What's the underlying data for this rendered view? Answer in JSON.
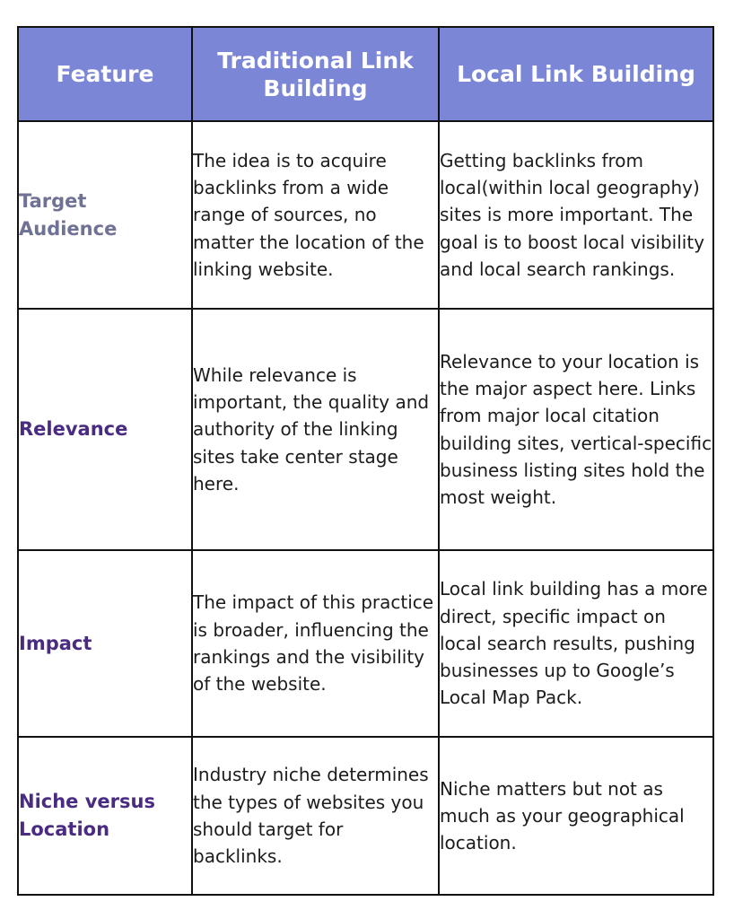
{
  "headers": {
    "feature": "Feature",
    "traditional": "Traditional Link Building",
    "local": "Local Link Building"
  },
  "rows": [
    {
      "feature": "Target Audience",
      "traditional": "The idea is to acquire backlinks from a wide range of sources, no matter the location of the linking website.",
      "local": "Getting backlinks from local(within local geography) sites is more important. The goal is to boost local visibility and local search rankings."
    },
    {
      "feature": "Relevance",
      "traditional": "While relevance is important, the quality and authority of the linking sites take center stage here.",
      "local": "Relevance to your location is the major aspect here. Links from major local citation building sites, vertical-specific business listing sites hold the most weight."
    },
    {
      "feature": "Impact",
      "traditional": "The impact of this practice is broader, influencing the rankings and the visibility of the website.",
      "local": "Local link building has a more direct, specific impact on local search results, pushing businesses up to Google’s Local Map Pack."
    },
    {
      "feature": "Niche versus Location",
      "traditional": "Industry niche determines the types of websites you should target for backlinks.",
      "local": "Niche matters but not as much as your geographical location."
    }
  ],
  "colors": {
    "header_bg": "#7b86d6",
    "header_text": "#ffffff",
    "feature_first": "#6f7195",
    "feature_other": "#4a2b82",
    "border": "#111111"
  }
}
